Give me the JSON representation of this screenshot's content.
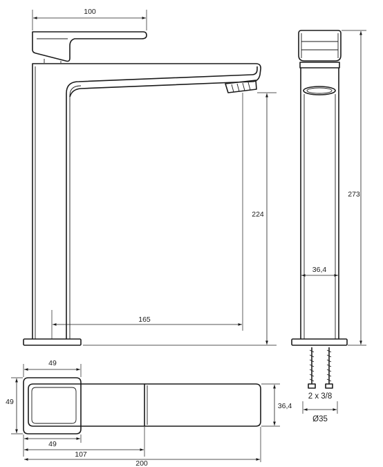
{
  "dimensions": {
    "handle_width": "100",
    "spout_height": "224",
    "spout_reach": "165",
    "total_height": "273",
    "body_width": "36,4",
    "top_handle_width": "49",
    "top_handle_depth": "49",
    "top_base_width": "49",
    "top_spout_width": "36,4",
    "top_body_offset": "107",
    "top_total_length": "200",
    "hoses": "2 x 3/8",
    "hole_diameter": "Ø35"
  }
}
